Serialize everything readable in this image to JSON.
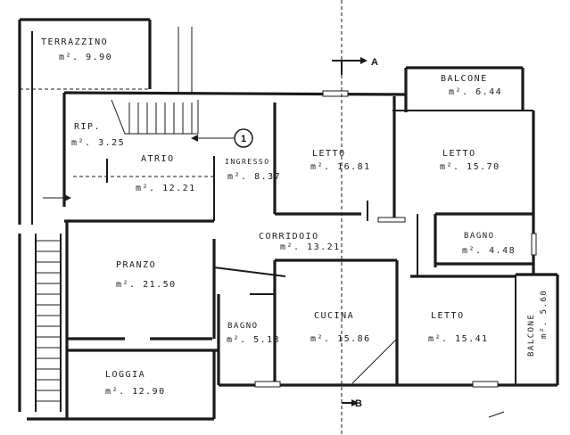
{
  "rooms": [
    {
      "id": "terrazzino",
      "name": "TERRAZZINO",
      "area": "m². 9.90"
    },
    {
      "id": "balcone-top",
      "name": "BALCONE",
      "area": "m². 6.44"
    },
    {
      "id": "rip",
      "name": "RIP.",
      "area": "m². 3.25"
    },
    {
      "id": "atrio",
      "name": "ATRIO",
      "area": "m². 12.21"
    },
    {
      "id": "ingresso",
      "name": "INGRESSO",
      "area": "m². 8.37"
    },
    {
      "id": "letto-1",
      "name": "LETTO",
      "area": "m². 16.81"
    },
    {
      "id": "letto-2",
      "name": "LETTO",
      "area": "m². 15.70"
    },
    {
      "id": "corridoio",
      "name": "CORRIDOIO",
      "area": "m². 13.21"
    },
    {
      "id": "bagno-1",
      "name": "BAGNO",
      "area": "m². 4.48"
    },
    {
      "id": "pranzo",
      "name": "PRANZO",
      "area": "m². 21.50"
    },
    {
      "id": "bagno-2",
      "name": "BAGNO",
      "area": "m². 5.13"
    },
    {
      "id": "cucina",
      "name": "CUCINA",
      "area": "m². 15.86"
    },
    {
      "id": "letto-3",
      "name": "LETTO",
      "area": "m². 15.41"
    },
    {
      "id": "balcone-side",
      "name": "BALCONE",
      "area": "m². 5.60"
    },
    {
      "id": "loggia",
      "name": "LOGGIA",
      "area": "m². 12.90"
    }
  ],
  "markers": {
    "entrance_number": "1",
    "section_a": "A",
    "section_b": "B"
  },
  "colors": {
    "line": "#1a1a1a",
    "paper": "#ffffff"
  }
}
